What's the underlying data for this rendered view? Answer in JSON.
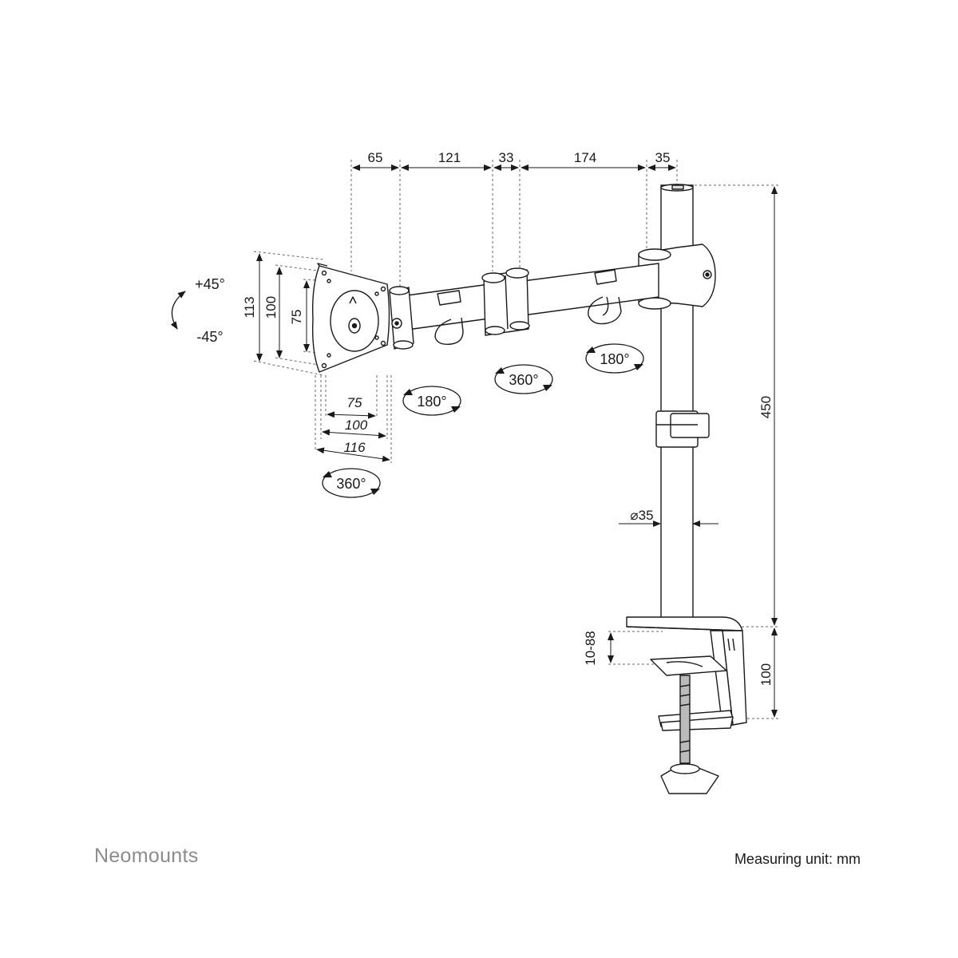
{
  "dimensions": {
    "top_chain": [
      "65",
      "121",
      "33",
      "174",
      "35"
    ],
    "vesa_vertical": [
      "113",
      "100",
      "75"
    ],
    "vesa_horizontal": [
      "75",
      "100",
      "116"
    ],
    "pole_height": "450",
    "pole_diameter": "⌀35",
    "clamp_range": "10-88",
    "clamp_height": "100"
  },
  "rotations": {
    "tilt_up": "+45°",
    "tilt_down": "-45°",
    "plate_rotation": "360°",
    "plate_swivel": "180°",
    "elbow_swivel": "360°",
    "arm_swivel": "180°"
  },
  "footer": {
    "brand": "Neomounts",
    "measuring_unit": "Measuring unit: mm"
  }
}
